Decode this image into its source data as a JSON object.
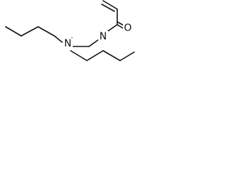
{
  "molecule": {
    "atoms": {
      "amide_nitrogen": "N",
      "amine_nitrogen": "N",
      "carbonyl_oxygen": "O"
    }
  },
  "colors": {
    "bond": "#111111",
    "background": "#ffffff"
  }
}
